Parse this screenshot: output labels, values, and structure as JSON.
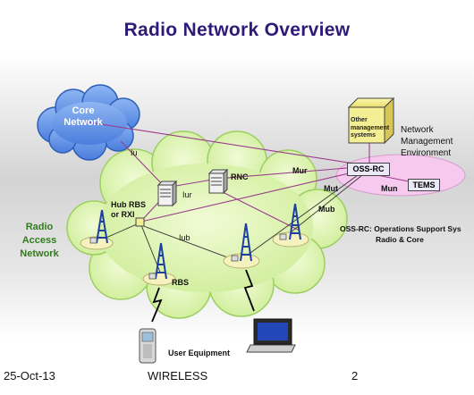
{
  "title": "Radio Network Overview",
  "clouds": {
    "core": {
      "line1": "Core",
      "line2": "Network"
    },
    "ran": {
      "line1": "Radio",
      "line2": "Access",
      "line3": "Network"
    }
  },
  "nodes": {
    "rnc": "RNC",
    "hub_rbs_line1": "Hub RBS",
    "hub_rbs_line2": "or RXI",
    "rbs": "RBS",
    "user_equipment": "User Equipment",
    "other_systems": [
      "Other",
      "management",
      "systems"
    ],
    "oss_rc": "OSS-RC",
    "tems": "TEMS"
  },
  "interfaces": {
    "iu": "Iu",
    "iur": "Iur",
    "iub": "Iub",
    "mur": "Mur",
    "mut": "Mut",
    "mun": "Mun",
    "mub": "Mub"
  },
  "nme": [
    "Network",
    "Management",
    "Environment"
  ],
  "oss_description": {
    "line1": "OSS-RC: Operations Support Sys",
    "line2": "Radio & Core"
  },
  "footer": {
    "date": "25-Oct-13",
    "course": "WIRELESS",
    "page": "2"
  },
  "colors": {
    "title": "#2e1a78",
    "core_cloud": "#5b8fe6",
    "ran_cloud": "#dff5b4",
    "nme_ellipse": "#f6c9ee",
    "link": "#9a3c8c",
    "ran_label": "#2f7d1a",
    "tower": "#1c3fa0"
  }
}
